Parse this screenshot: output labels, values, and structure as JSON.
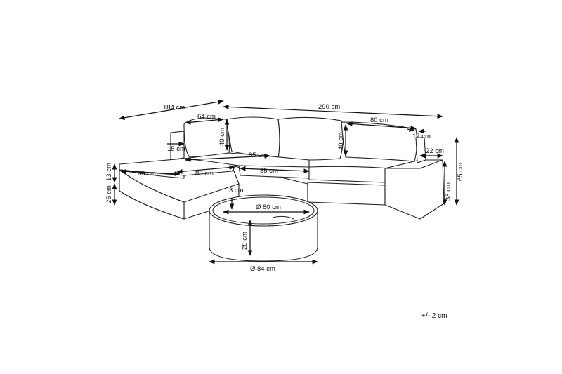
{
  "diagram": {
    "dimensions": {
      "total_width": "290 cm",
      "chaise_length": "184 cm",
      "backrest_corner": "64 cm",
      "backrest_height_left": "40 cm",
      "armrest_width": "15 cm",
      "seat_depth_center": "85 cm",
      "seat_width_center": "85 cm",
      "chaise_depth": "85 cm",
      "chaise_width": "85 cm",
      "cushion_height": "13 cm",
      "seat_base_height": "25 cm",
      "backrest_height_right": "40 cm",
      "backrest_right_width": "80 cm",
      "backrest_right_gap": "12 cm",
      "arm_width_right": "22 cm",
      "arm_height": "38 cm",
      "total_height": "65 cm",
      "table_top_thickness": "3 cm",
      "table_inner_diameter": "Ø 80 cm",
      "table_height": "28 cm",
      "table_outer_diameter": "Ø 84 cm"
    },
    "tolerance": "+/- 2 cm"
  }
}
